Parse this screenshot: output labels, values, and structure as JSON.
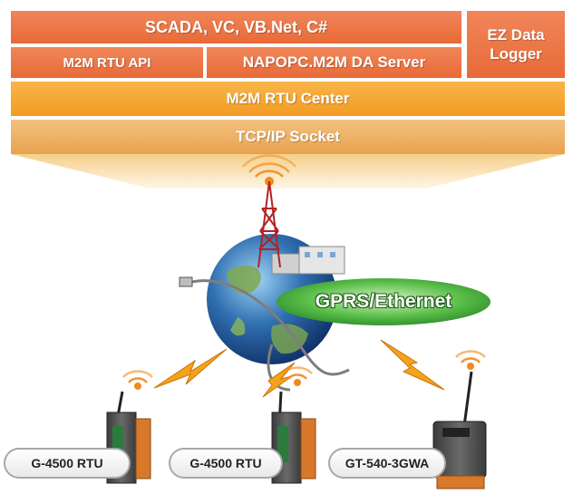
{
  "layers": {
    "scada": "SCADA, VC, VB.Net, C#",
    "rtu_api": "M2M RTU API",
    "napopc": "NAPOPC.M2M DA Server",
    "ez_logger": "EZ Data Logger",
    "rtu_center": "M2M RTU Center",
    "tcpip": "TCP/IP Socket"
  },
  "network": {
    "label": "GPRS/Ethernet"
  },
  "devices": [
    {
      "label": "G-4500 RTU"
    },
    {
      "label": "G-4500 RTU"
    },
    {
      "label": "GT-540-3GWA"
    }
  ],
  "colors": {
    "layer_top": "#e86a37",
    "layer_center": "#f29b24",
    "layer_tcp": "#e8a24e",
    "signal": "#f08a1c",
    "lightning": "#f6a21a",
    "globe": "#2f6fb0",
    "cloud": "#5bbf4a",
    "device_body": "#555555",
    "device_terminal": "#d8782a"
  }
}
